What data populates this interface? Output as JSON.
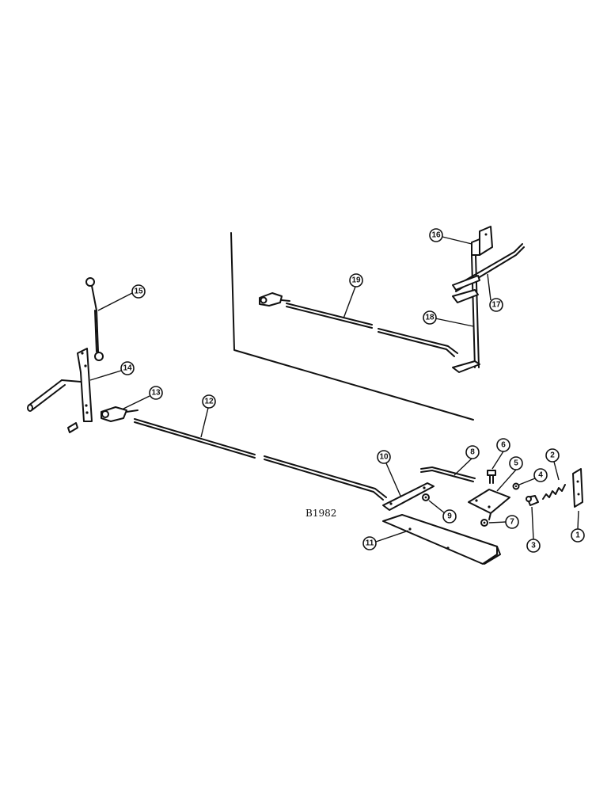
{
  "figure_code": "B1982",
  "callouts": [
    "1",
    "2",
    "3",
    "4",
    "5",
    "6",
    "7",
    "8",
    "9",
    "10",
    "11",
    "12",
    "13",
    "14",
    "15",
    "16",
    "17",
    "18",
    "19"
  ],
  "colors": {
    "ink": "#111111",
    "paper": "#ffffff"
  }
}
